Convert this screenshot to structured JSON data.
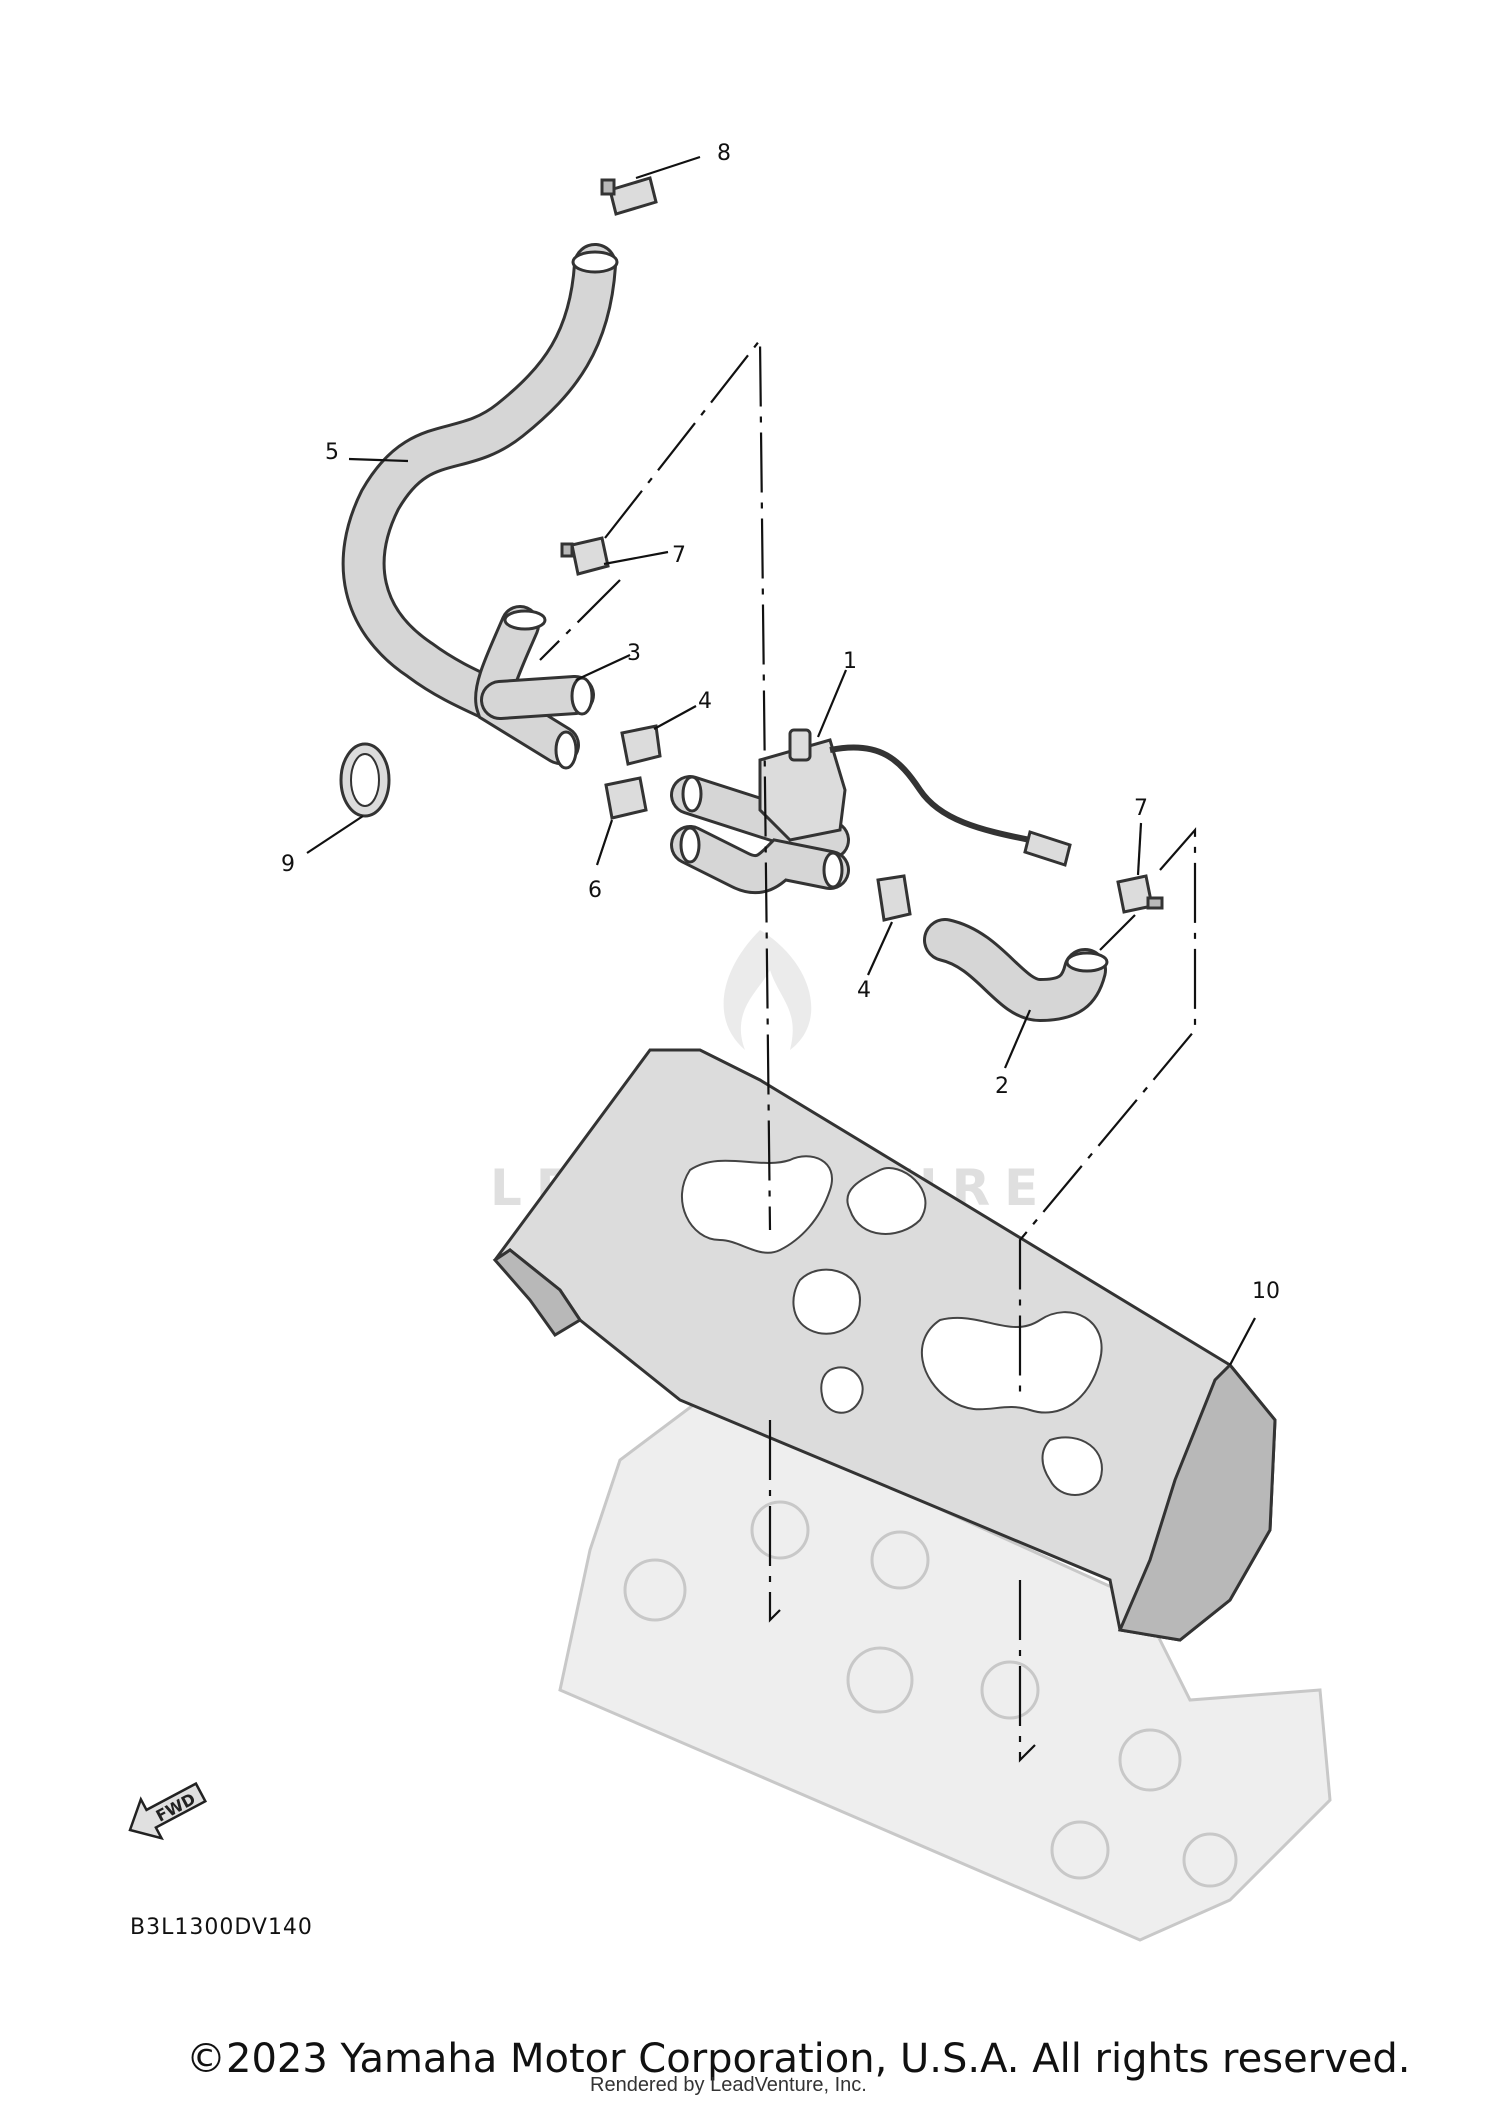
{
  "callouts": {
    "p1": "1",
    "p2": "2",
    "p3": "3",
    "p4a": "4",
    "p4b": "4",
    "p5": "5",
    "p6": "6",
    "p7a": "7",
    "p7b": "7",
    "p8": "8",
    "p9": "9",
    "p10": "10"
  },
  "fwd_label": "FWD",
  "diagram_code": "B3L1300DV140",
  "watermark": "LEADVENTURE",
  "copyright": "©2023 Yamaha Motor Corporation, U.S.A. All rights reserved.",
  "rendered_by": "Rendered by LeadVenture, Inc."
}
